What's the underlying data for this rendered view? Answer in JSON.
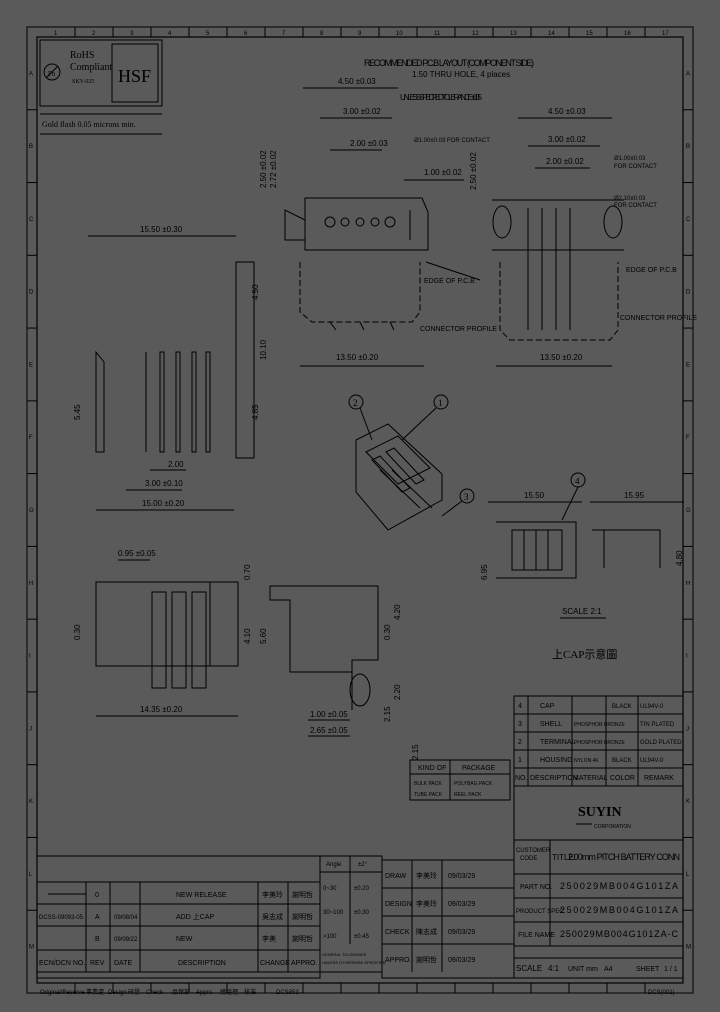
{
  "colors": {
    "background": "#5a5a5a",
    "ink": "#000000"
  },
  "border_columns": [
    "1",
    "2",
    "3",
    "4",
    "5",
    "6",
    "7",
    "8",
    "9",
    "10",
    "11",
    "12",
    "13",
    "14",
    "15",
    "16",
    "17"
  ],
  "border_rows": [
    "A",
    "B",
    "C",
    "D",
    "E",
    "F",
    "G",
    "H",
    "I",
    "J",
    "K",
    "L",
    "M"
  ],
  "compliance": {
    "rohs_line1": "RoHS",
    "rohs_line2": "Compliant",
    "rohs_code": "SKY-025",
    "hsf": "HSF",
    "recycle_symbol": "Pb"
  },
  "general_note": "Gold flash 0.05 microns min.",
  "pcb_layout": {
    "title": "RECOMMENDED P.C.B LAYOUT (COMPONENT SIDE)",
    "hole_note": "1.50 THRU HOLE, 4 places",
    "tolerance_note": "UNLESS SPECIFIED TOLERANCE ±0.05",
    "dim_top": "4.50 ±0.03",
    "dim_second": "3.00 ±0.02",
    "dim_third": "2.00 ±0.03",
    "dim_pitch": "1.00 ±0.02",
    "dim_height": "2.50 ±0.02",
    "dim_height_b": "2.72 ±0.02",
    "pin_label": "Ø1.00±0.03 FOR CONTACT",
    "edge_label": "EDGE OF P.C.B",
    "profile_label": "CONNECTOR PROFILE",
    "dim_bottom": "13.50 ±0.20"
  },
  "pcb_layout_right": {
    "dim_top": "4.50 ±0.03",
    "dim_second": "3.00 ±0.02",
    "dim_third": "2.00 ±0.02",
    "dim_height": "2.50 ±0.02",
    "pin_label_1": "Ø1.00±0.03",
    "pin_label_2": "FOR CONTACT",
    "pin_label_3": "Ø2.10±0.03",
    "pin_label_4": "FOR CONTACT",
    "edge_label": "EDGE OF P.C.B",
    "profile_label": "CONNECTOR PROFILE",
    "dim_bottom": "13.50 ±0.20"
  },
  "side_view": {
    "dim_top": "15.50 ±0.30",
    "dim_right_a": "4.50",
    "dim_right_b": "10.10",
    "dim_right_c": "4.85",
    "dim_left": "5.45",
    "dim_pitch": "2.00",
    "dim_a": "3.00 ±0.10",
    "dim_b": "15.00 ±0.20"
  },
  "front_view": {
    "dim_top": "0.95 ±0.05",
    "dim_right_a": "0.70",
    "dim_right_b": "4.10",
    "dim_right_c": "5.60",
    "dim_left": "0.30",
    "dim_bottom": "14.35 ±0.20"
  },
  "section_view": {
    "dim_a": "0.30",
    "dim_b": "4.20",
    "dim_c": "2.20",
    "dim_d": "2.15",
    "dim_e": "2.15",
    "dim_f": "1.00 ±0.05",
    "dim_g": "2.65 ±0.05"
  },
  "iso_callouts": {
    "c1": "1",
    "c2": "2",
    "c3": "3",
    "c4": "4"
  },
  "cap_view": {
    "dim_width": "15.50",
    "dim_right": "15.95",
    "dim_h1": "6.95",
    "dim_h2": "4.80",
    "scale": "SCALE 2:1",
    "title": "上CAP示意圖",
    "callout": "4"
  },
  "package_table": {
    "headers": [
      "KIND OF",
      "PACKAGE"
    ],
    "rows": [
      [
        "BULK PACK",
        "POLYBAG PACK"
      ],
      [
        "TUBE PACK",
        "REEL PACK"
      ]
    ]
  },
  "bom": {
    "rows": [
      {
        "no": "4",
        "desc": "CAP",
        "mat": "",
        "color": "BLACK",
        "remark": "UL94V-0"
      },
      {
        "no": "3",
        "desc": "SHELL",
        "mat": "PHOSPHOR BRONZE",
        "color": "",
        "remark": "TIN PLATED"
      },
      {
        "no": "2",
        "desc": "TERMINAL",
        "mat": "PHOSPHOR BRONZE",
        "color": "",
        "remark": "GOLD PLATED"
      },
      {
        "no": "1",
        "desc": "HOUSING",
        "mat": "NYLON 46",
        "color": "BLACK",
        "remark": "UL94V-0"
      }
    ],
    "header": {
      "no": "NO.",
      "desc": "DESCRIPTION",
      "mat": "MATERIAL",
      "color": "COLOR",
      "remark": "REMARK"
    }
  },
  "company": {
    "name": "SUYIN",
    "sub": "CORPORATION"
  },
  "title_block": {
    "customer_label": "CUSTOMER",
    "customer_sub": "CODE",
    "title_label": "TITLE:",
    "title_value": "2.00mm PITCH BATTERY CONN",
    "part_no_label": "PART NO.",
    "part_no_value": "250029MB004G101ZA",
    "product_spec_label": "PRODUCT SPEC.",
    "product_spec_value": "250029MB004G101ZA",
    "file_name_label": "FILE NAME",
    "file_name_value": "250029MB004G101ZA-C",
    "scale_label": "SCALE",
    "scale_value": "4:1",
    "unit_label": "UNIT mm",
    "size_label": "A4",
    "sheet_label": "SHEET",
    "sheet_value": "1 / 1"
  },
  "approvals": [
    {
      "role": "DRAW",
      "name": "李美玲",
      "date": "09/03/29"
    },
    {
      "role": "DESIGN",
      "name": "李美玲",
      "date": "09/03/29"
    },
    {
      "role": "CHECK",
      "name": "陳志成",
      "date": "09/03/29"
    },
    {
      "role": "APPRO.",
      "name": "謝明哲",
      "date": "09/03/29"
    }
  ],
  "tolerance": {
    "angle_label": "Angle",
    "angle_value": "±2°",
    "rows": [
      [
        "0~30",
        "±0.20"
      ],
      [
        "30~100",
        "±0.30"
      ],
      [
        ">100",
        "±0.45"
      ]
    ],
    "note_1": "GENERAL TOLERANCE",
    "note_2": "UNLESS OTHERWISE SPECIFIED"
  },
  "revisions": [
    {
      "ecn": "",
      "rev": "0",
      "date": "",
      "desc": "NEW RELEASE",
      "change": "李美玲",
      "appr": "謝明哲"
    },
    {
      "ecn": "DCSS-09093-05",
      "rev": "A",
      "date": "09/08/04",
      "desc": "ADD 上CAP",
      "change": "吳志成",
      "appr": "謝明哲"
    },
    {
      "ecn": "",
      "rev": "B",
      "date": "09/09/22",
      "desc": "NEW",
      "change": "李美",
      "appr": "謝明哲"
    }
  ],
  "revision_header": {
    "ecn": "ECN/DCN NO.",
    "rev": "REV",
    "date": "DATE",
    "desc": "DESCRIPTION",
    "change": "CHANGE",
    "appr": "APPRO."
  },
  "footer": {
    "left_1": "Original/Reserve",
    "left_2": "事業處",
    "left_3": "Design",
    "left_4": "研發",
    "left_5": "Check",
    "left_6": "品保部",
    "left_7": "Appro.",
    "left_8": "總經理",
    "left_9": "核准",
    "left_10": "DCS853",
    "right": "DCS(001)"
  }
}
